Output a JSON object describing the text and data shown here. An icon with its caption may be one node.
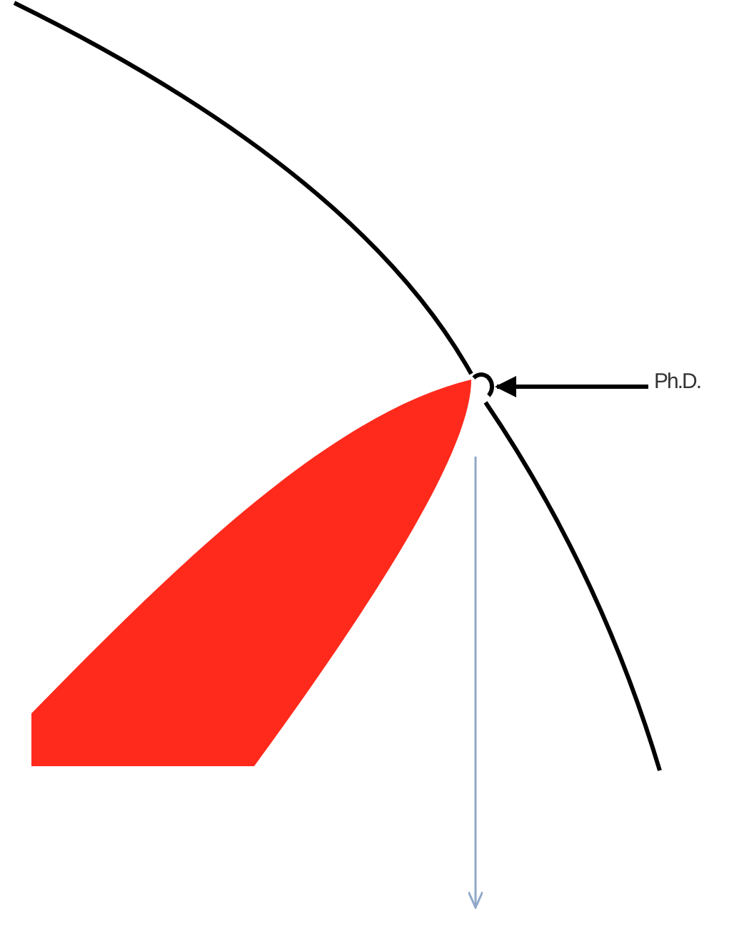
{
  "diagram": {
    "nodes": [
      {
        "text": [
          "Ph.D."
        ]
      },
      {
        "text": [],
        "shape": "circle"
      }
    ],
    "edges": [
      {
        "from": 0,
        "to": 1,
        "arrow": "to"
      }
    ]
  }
}
